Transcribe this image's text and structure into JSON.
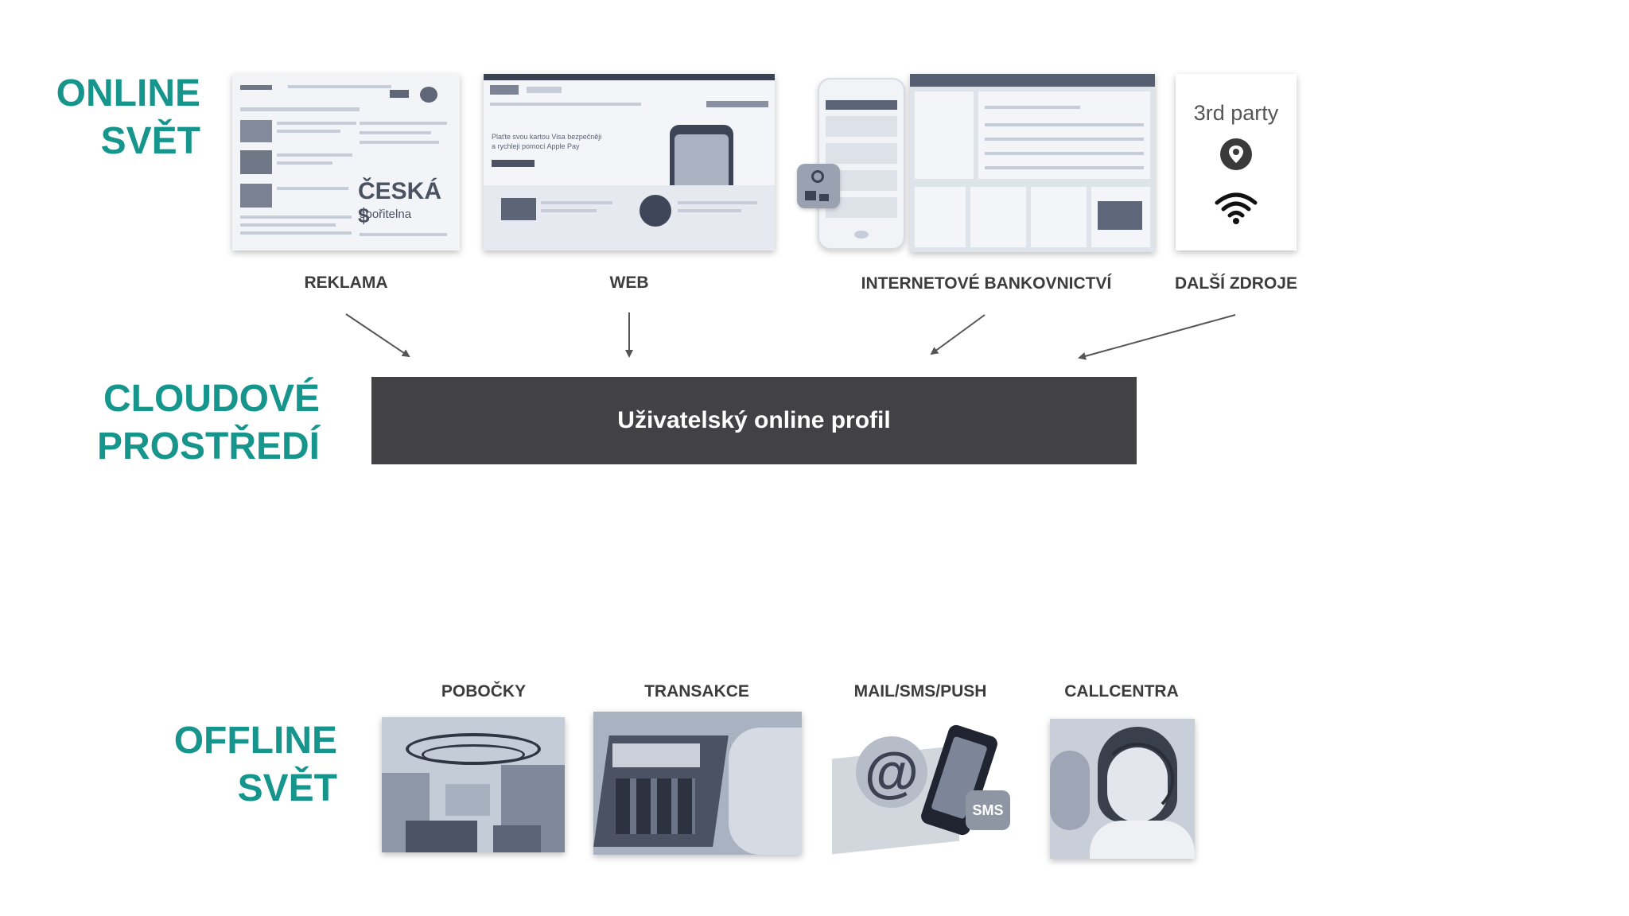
{
  "online": {
    "heading_line1": "ONLINE",
    "heading_line2": "SVĚT",
    "sources": [
      {
        "label": "REKLAMA"
      },
      {
        "label": "WEB"
      },
      {
        "label": "INTERNETOVÉ BANKOVNICTVÍ"
      },
      {
        "label": "DALŠÍ ZDROJE"
      }
    ],
    "reklama_thumb": {
      "logo_line1": "ČESKÁ",
      "logo_line2": "spořitelna"
    },
    "web_thumb": {
      "headline_line1": "Plaťte svou kartou Visa bezpečněji",
      "headline_line2": "a rychleji pomocí Apple Pay"
    },
    "third_party": {
      "title": "3rd party",
      "icons": [
        "location-pin-icon",
        "wifi-icon"
      ]
    }
  },
  "cloud": {
    "heading_line1": "CLOUDOVÉ",
    "heading_line2": "PROSTŘEDÍ",
    "profile_label": "Uživatelský online profil"
  },
  "offline": {
    "heading_line1": "OFFLINE",
    "heading_line2": "SVĚT",
    "channels": [
      {
        "label": "POBOČKY"
      },
      {
        "label": "TRANSAKCE"
      },
      {
        "label": "MAIL/SMS/PUSH",
        "badge": "SMS"
      },
      {
        "label": "CALLCENTRA"
      }
    ]
  },
  "colors": {
    "accent": "#16958d",
    "profile_bg": "#424245",
    "label_text": "#3c3c3c"
  }
}
